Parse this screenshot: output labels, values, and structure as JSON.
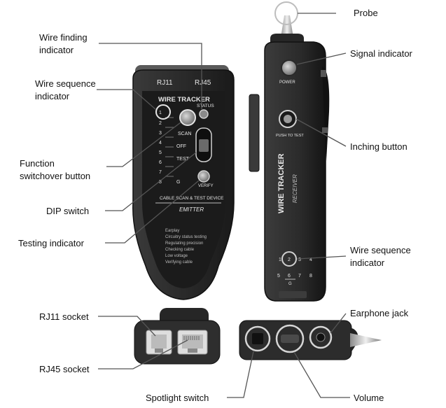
{
  "callouts": {
    "probe": "Probe",
    "signal_indicator": "Signal indicator",
    "inching_button": "Inching button",
    "wire_sequence_indicator_right": [
      "Wire sequence",
      "indicator"
    ],
    "earphone_jack": "Earphone jack",
    "wire_finding_indicator": [
      "Wire finding",
      "indicator"
    ],
    "wire_sequence_indicator_left": [
      "Wire sequence",
      "indicator"
    ],
    "function_switchover_button": [
      "Function",
      "switchover button"
    ],
    "dip_switch": "DIP switch",
    "testing_indicator": "Testing indicator",
    "rj11_socket": "RJ11 socket",
    "rj45_socket": "RJ45 socket",
    "spotlight_switch": "Spotlight switch",
    "volume": "Volume"
  },
  "emitter": {
    "port_rj11": "RJ11",
    "port_rj45": "RJ45",
    "title": "WIRE TRACKER",
    "status_label": "STATUS",
    "numbers": [
      "1",
      "2",
      "3",
      "4",
      "5",
      "6",
      "7",
      "8"
    ],
    "g_label": "G",
    "scan_label": "SCAN",
    "off_label": "OFF",
    "test_label": "TEST",
    "verify_label": "VERIFY",
    "cable_label": "CABLE SCAN & TEST DEVICE",
    "emitter_label": "EMITTER",
    "function_list": [
      "Earplay",
      "Circuitry status testing",
      "Regulating precision",
      "Checking cable",
      "Low voltage",
      "Verifying cable"
    ]
  },
  "receiver": {
    "power_label": "POWER",
    "push_label": "PUSH TO TEST",
    "title": "WIRE TRACKER",
    "subtitle": "RECEIVER",
    "num_top": [
      "1",
      "2",
      "3",
      "4"
    ],
    "num_bottom": [
      "5",
      "6",
      "7",
      "8"
    ],
    "g_label": "G"
  },
  "colors": {
    "device_body": "#2b2b2b",
    "device_face": "#1c1c1c",
    "ring": "#d8d8d8",
    "leader_line": "#555555"
  }
}
